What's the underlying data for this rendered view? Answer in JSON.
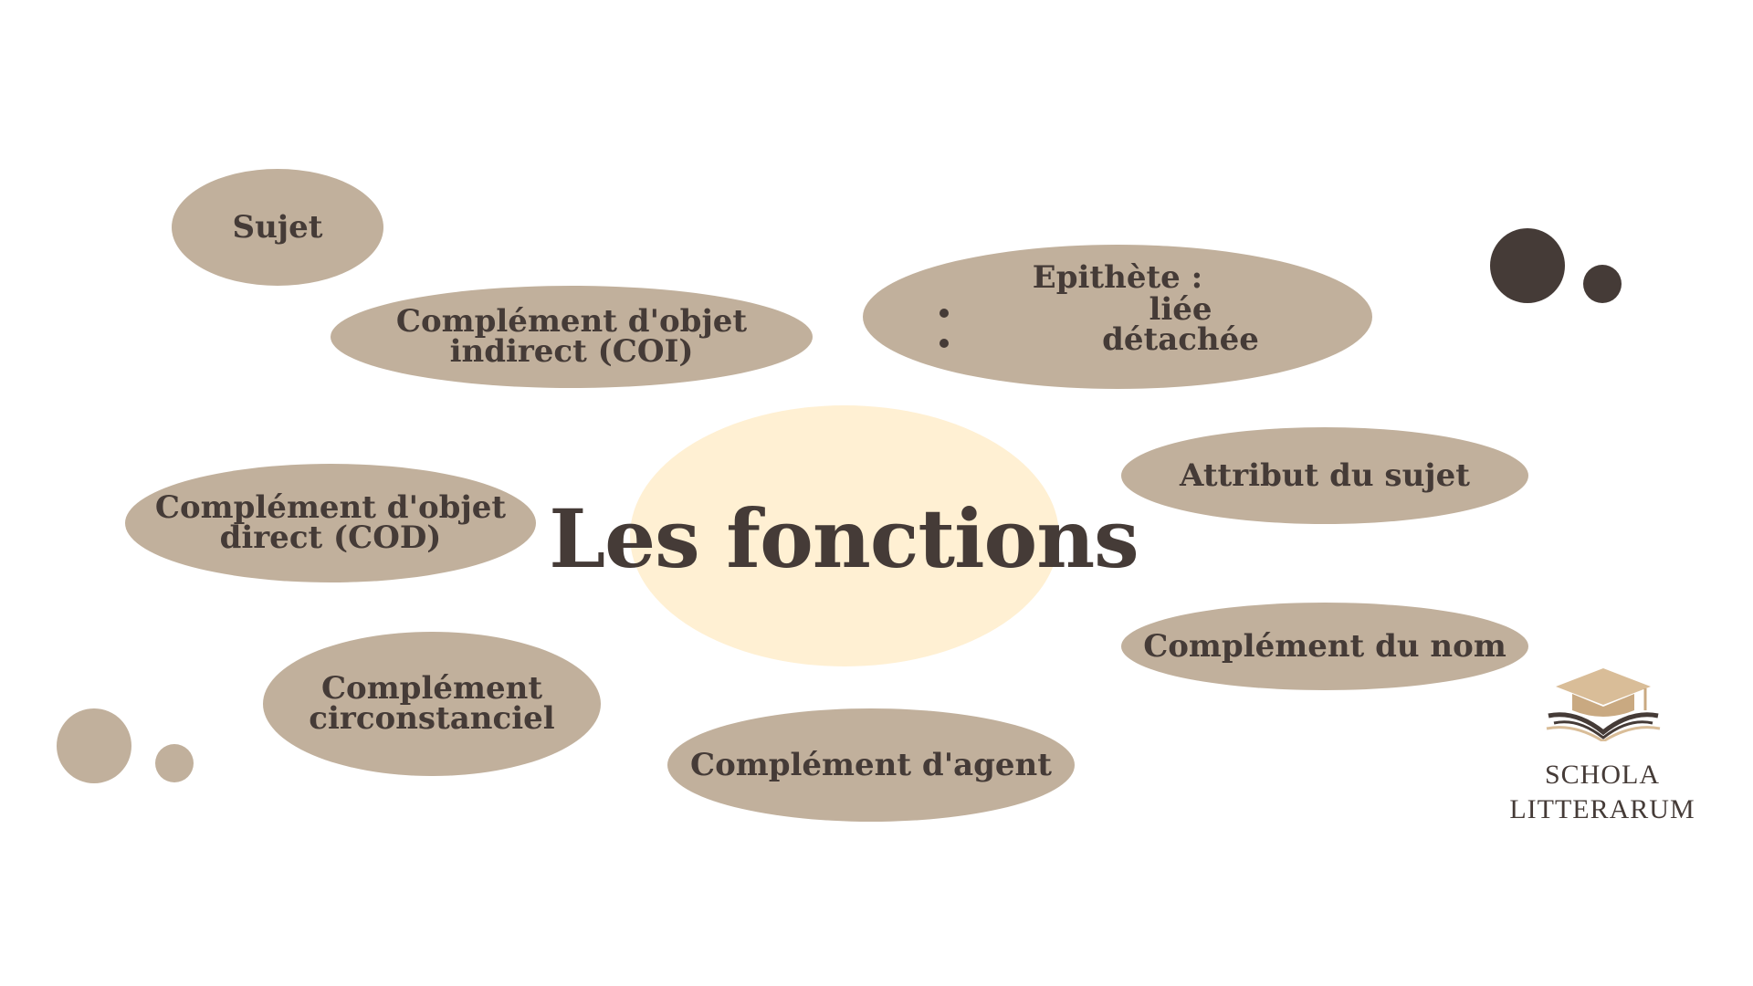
{
  "center": {
    "title": "Les fonctions"
  },
  "bubbles": {
    "sujet": "Sujet",
    "coi_line1": "Complément d'objet",
    "coi_line2": "indirect (COI)",
    "epithete_title": "Epithète :",
    "epithete_items": [
      "liée",
      "détachée"
    ],
    "attribut": "Attribut du sujet",
    "cod_line1": "Complément d'objet",
    "cod_line2": "direct (COD)",
    "complement_nom": "Complément du nom",
    "circ_line1": "Complément",
    "circ_line2": "circonstanciel",
    "agent": "Complément d'agent"
  },
  "logo": {
    "line1": "SCHOLA",
    "line2": "LITTERARUM"
  },
  "colors": {
    "bubble": "#c1b09c",
    "center": "#fff0d3",
    "dark": "#453b37",
    "logo_cap": "#d9bd98"
  }
}
